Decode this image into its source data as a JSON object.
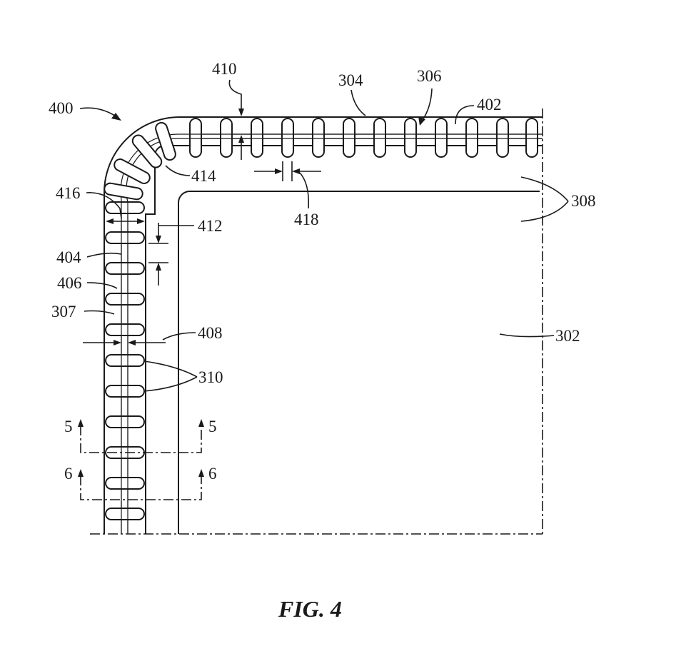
{
  "figure": {
    "caption": "FIG. 4",
    "labels": {
      "l400": "400",
      "l410": "410",
      "l304": "304",
      "l306": "306",
      "l402": "402",
      "l414": "414",
      "l416": "416",
      "l418": "418",
      "l308": "308",
      "l412": "412",
      "l404": "404",
      "l406": "406",
      "l307": "307",
      "l408": "408",
      "l302": "302",
      "l310": "310",
      "sec5a": "5",
      "sec5b": "5",
      "sec6a": "6",
      "sec6b": "6"
    }
  }
}
